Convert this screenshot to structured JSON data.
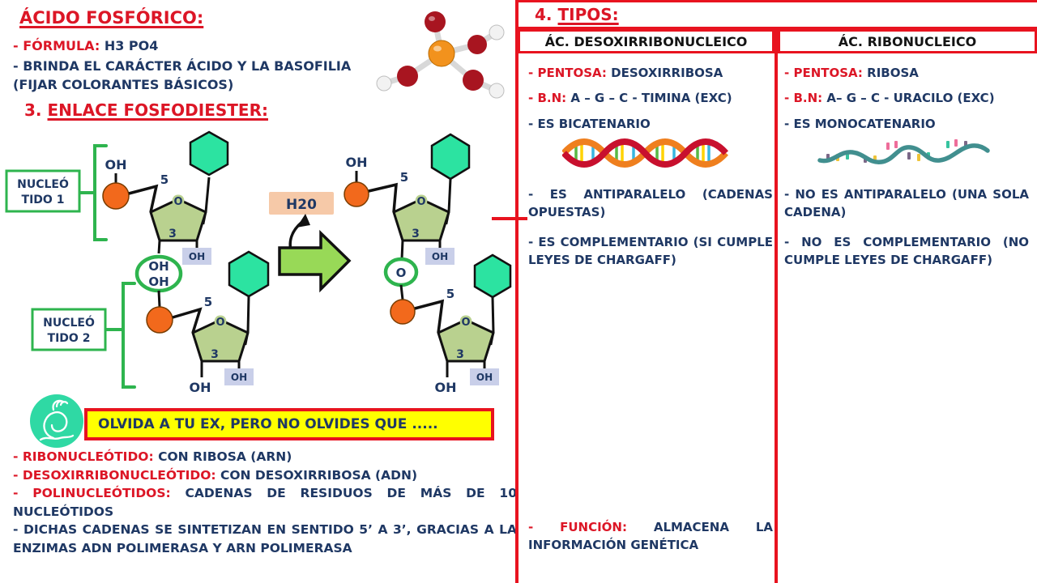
{
  "colors": {
    "accent_red": "#dc1626",
    "navy_text": "#1f3864",
    "frame_red": "#e8131f",
    "banner_yellow": "#ffff00",
    "bracket_green": "#2eb44e",
    "pentose_green": "#b9d18f",
    "base_green": "#2ce3a1",
    "phosphate_orange": "#f2691c",
    "water_box_peach": "#f6c9a8",
    "mascot_teal": "#2fd9a4"
  },
  "left_panel": {
    "title": "ÁCIDO FOSFÓRICO:",
    "formula_label": "- FÓRMULA:",
    "formula_value": " H3 PO4",
    "acid_line": "- BRINDA EL CARÁCTER ÁCIDO Y LA BASOFILIA",
    "acid_line2": "(FIJAR COLORANTES BÁSICOS)",
    "section3_number": "3.",
    "section3_title": "ENLACE FOSFODIESTER:"
  },
  "diagram": {
    "nucleotide1_label_line1": "NUCLEÓ",
    "nucleotide1_label_line2": "TIDO 1",
    "nucleotide2_label_line1": "NUCLEÓ",
    "nucleotide2_label_line2": "TIDO 2",
    "oh_label": "OH",
    "o_label": "O",
    "carbon5_label": "5",
    "carbon3_label": "3",
    "water_label": "H20"
  },
  "banner": {
    "text": "OLVIDA A TU EX, PERO NO OLVIDES QUE ....."
  },
  "bottom_notes": [
    {
      "label": "- RIBONUCLEÓTIDO:",
      "text": " CON RIBOSA (ARN)"
    },
    {
      "label": "- DESOXIRRIBONUCLEÓTIDO:",
      "text": " CON DESOXIRRIBOSA (ADN)"
    },
    {
      "label": "- POLINUCLEÓTIDOS:",
      "text": " CADENAS DE RESIDUOS DE MÁS DE 10 NUCLEÓTIDOS"
    },
    {
      "label": "",
      "text": "- DICHAS CADENAS SE SINTETIZAN EN SENTIDO 5’ A 3’, GRACIAS A LA ENZIMAS ADN POLIMERASA Y ARN POLIMERASA"
    }
  ],
  "types_section": {
    "number": "4.",
    "title": "TIPOS:",
    "dna_column": {
      "header": "ÁC. DESOXIRRIBONUCLEICO",
      "pentosa_label": "- PENTOSA:",
      "pentosa_value": " DESOXIRRIBOSA",
      "bn_label": "- B.N:",
      "bn_value": " A – G – C - TIMINA (EXC)",
      "strand_type": "- ES BICATENARIO",
      "antiparallel": "- ES ANTIPARALELO (CADENAS OPUESTAS)",
      "complementary": "- ES COMPLEMENTARIO (SI CUMPLE LEYES DE CHARGAFF)",
      "function_label": "- FUNCIÓN:",
      "function_value": " ALMACENA LA INFORMACIÓN GENÉTICA"
    },
    "rna_column": {
      "header": "ÁC. RIBONUCLEICO",
      "pentosa_label": "- PENTOSA:",
      "pentosa_value": " RIBOSA",
      "bn_label": "- B.N:",
      "bn_value": " A– G – C - URACILO (EXC)",
      "strand_type": "- ES MONOCATENARIO",
      "antiparallel": "- NO ES ANTIPARALELO (UNA SOLA CADENA)",
      "complementary": "- NO ES COMPLEMENTARIO (NO CUMPLE LEYES DE CHARGAFF)"
    }
  }
}
